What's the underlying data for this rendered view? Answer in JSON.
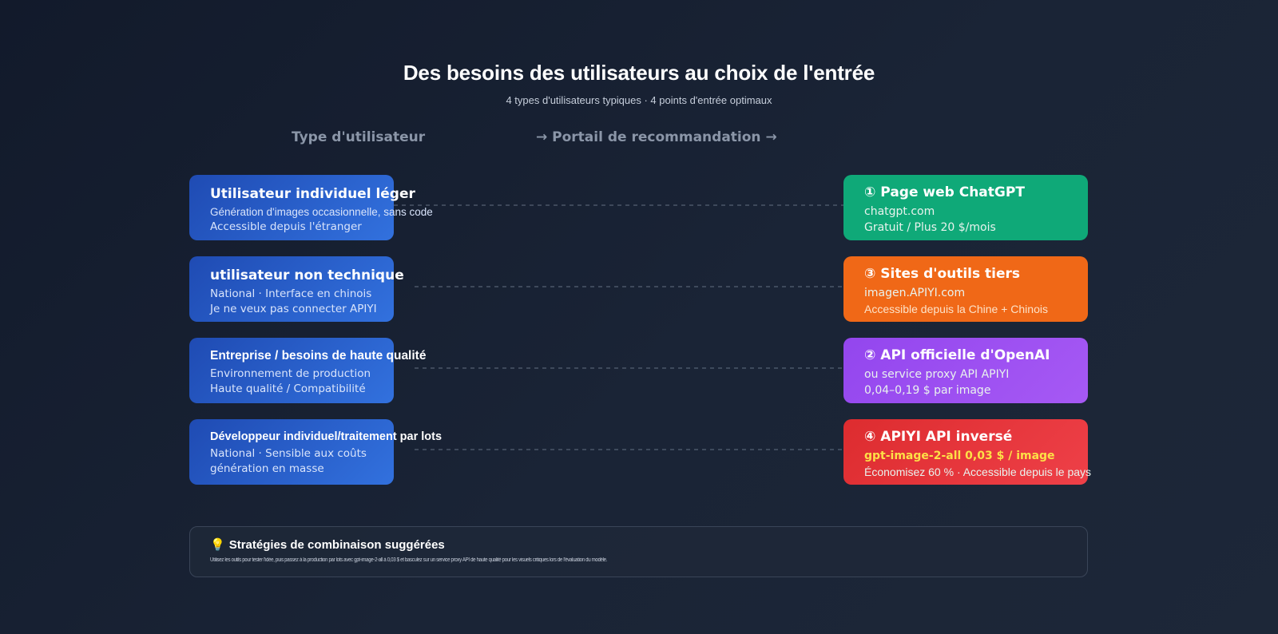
{
  "header": {
    "title": "Des besoins des utilisateurs au choix de l'entrée",
    "subtitle": "4 types d'utilisateurs typiques · 4 points d'entrée optimaux"
  },
  "columns": {
    "user_type": "Type d'utilisateur",
    "portal": "→ Portail de recommandation →"
  },
  "users": [
    {
      "title": "Utilisateur individuel léger",
      "line1": "Génération d'images occasionnelle, sans code",
      "line2": "Accessible depuis l'étranger"
    },
    {
      "title": "utilisateur non technique",
      "line1": "National · Interface en chinois",
      "line2": "Je ne veux pas connecter APIYI"
    },
    {
      "title": "Entreprise / besoins de haute qualité",
      "line1": "Environnement de production",
      "line2": "Haute qualité / Compatibilité"
    },
    {
      "title": "Développeur individuel/traitement par lots",
      "line1": "National · Sensible aux coûts",
      "line2": "génération en masse"
    }
  ],
  "portals": [
    {
      "title": "① Page web ChatGPT",
      "line1": "chatgpt.com",
      "line2": "Gratuit / Plus 20 $/mois",
      "color": "#0fa978"
    },
    {
      "title": "③ Sites d'outils tiers",
      "line1": "imagen.APIYI.com",
      "line2": "Accessible depuis la Chine + Chinois",
      "color": "#f06817"
    },
    {
      "title": "② API officielle d'OpenAI",
      "line1": "ou service proxy API APIYI",
      "line2": "0,04–0,19 $ par image",
      "color": "#9346ee"
    },
    {
      "title": "④ APIYI API inversé",
      "line1": "gpt-image-2-all 0,03 $ / image",
      "line2": "Économisez 60 % · Accessible depuis le pays",
      "color": "#dd2c2f"
    }
  ],
  "strategy": {
    "icon": "lightbulb-icon",
    "title": "Stratégies de combinaison suggérées",
    "text": "Utilisez les outils pour tester l'idée, puis passez à la production par lots avec gpt-image-2-all à 0,03 $ et basculez sur un service proxy API de haute qualité pour les visuels critiques lors de l'évaluation du modèle."
  },
  "colors": {
    "background": "#161f30",
    "user_card": "#2a5fcf",
    "connector": "#4b5668",
    "highlight_text": "#fde047"
  }
}
